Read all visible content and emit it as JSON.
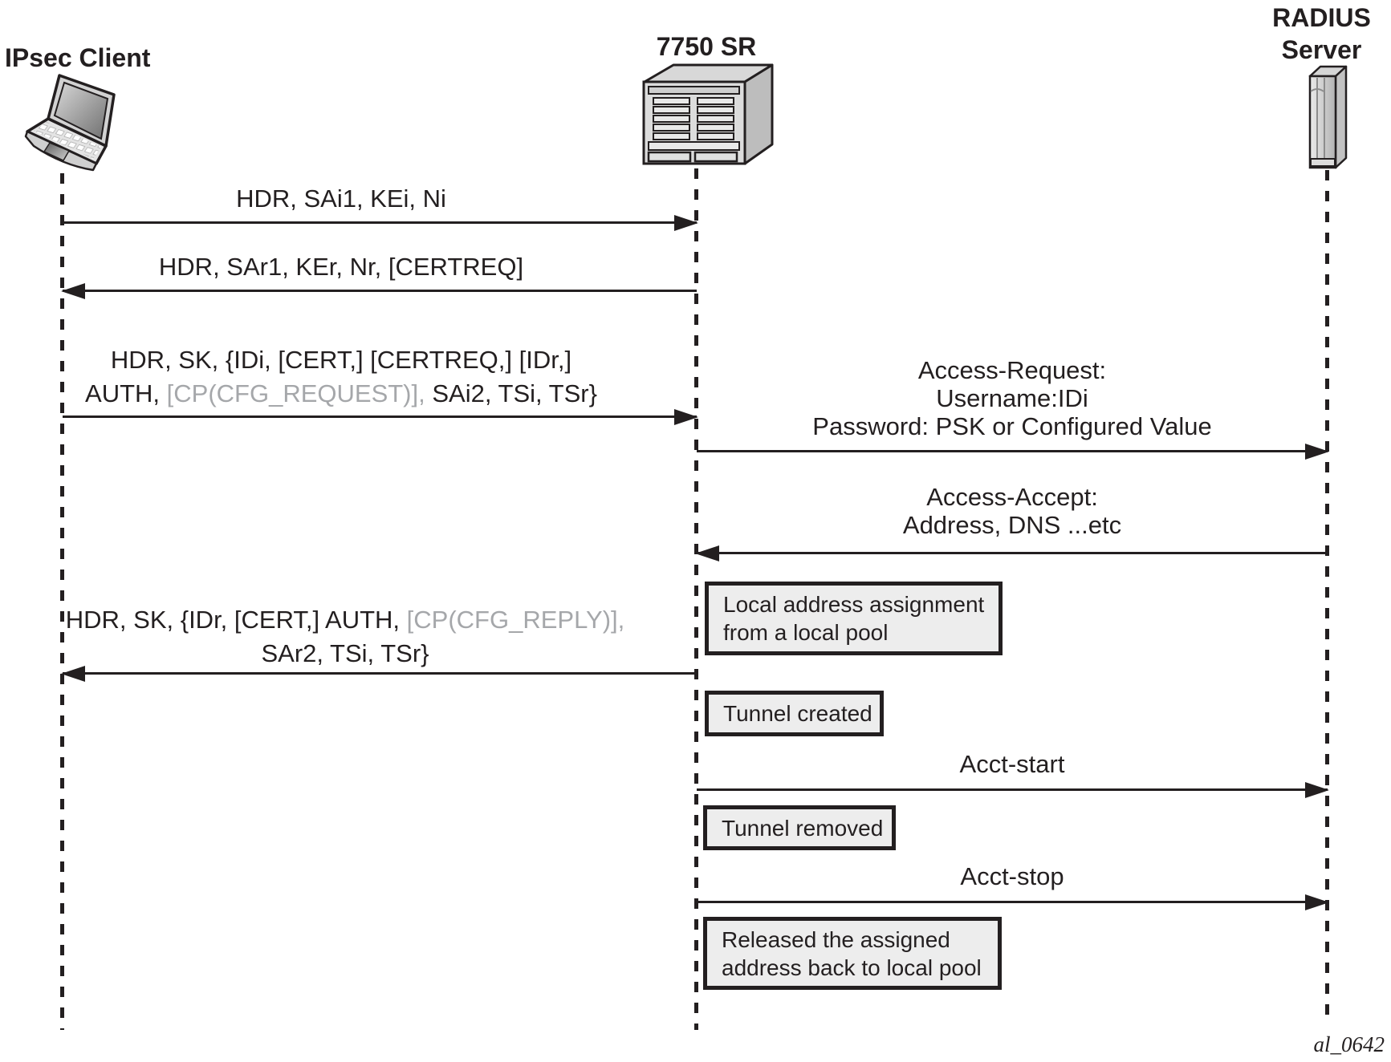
{
  "actors": {
    "client": {
      "label": "IPsec Client"
    },
    "router": {
      "label": "7750 SR"
    },
    "radius": {
      "label_line1": "RADIUS",
      "label_line2": "Server"
    }
  },
  "messages": {
    "m1": {
      "text": "HDR, SAi1, KEi, Ni"
    },
    "m2": {
      "text": "HDR, SAr1, KEr, Nr, [CERTREQ]"
    },
    "m3": {
      "line1": "HDR, SK, {IDi, [CERT,] [CERTREQ,] [IDr,]",
      "line2_pre": "AUTH, ",
      "line2_gray": "[CP(CFG_REQUEST)],",
      "line2_post": " SAi2, TSi, TSr}"
    },
    "m4": {
      "line1": "Access-Request:",
      "line2": "Username:IDi",
      "line3": "Password: PSK or Configured Value"
    },
    "m5": {
      "line1": "Access-Accept:",
      "line2": "Address, DNS ...etc"
    },
    "m6": {
      "line1_pre": "HDR, SK, {IDr, [CERT,] AUTH, ",
      "line1_gray": "[CP(CFG_REPLY)],",
      "line2": "SAr2, TSi, TSr}"
    },
    "m7": {
      "text": "Acct-start"
    },
    "m8": {
      "text": "Acct-stop"
    }
  },
  "notes": {
    "local_pool": {
      "line1": "Local address assignment",
      "line2": "from a local pool"
    },
    "tunnel_created": {
      "text": "Tunnel created"
    },
    "tunnel_removed": {
      "text": "Tunnel removed"
    },
    "released_pool": {
      "line1": "Released the assigned",
      "line2": "address back to local pool"
    }
  },
  "figure_label": "al_0642",
  "colors": {
    "line": "#231f20",
    "gray_text": "#a5a7aa",
    "note_fill": "#ededed"
  }
}
